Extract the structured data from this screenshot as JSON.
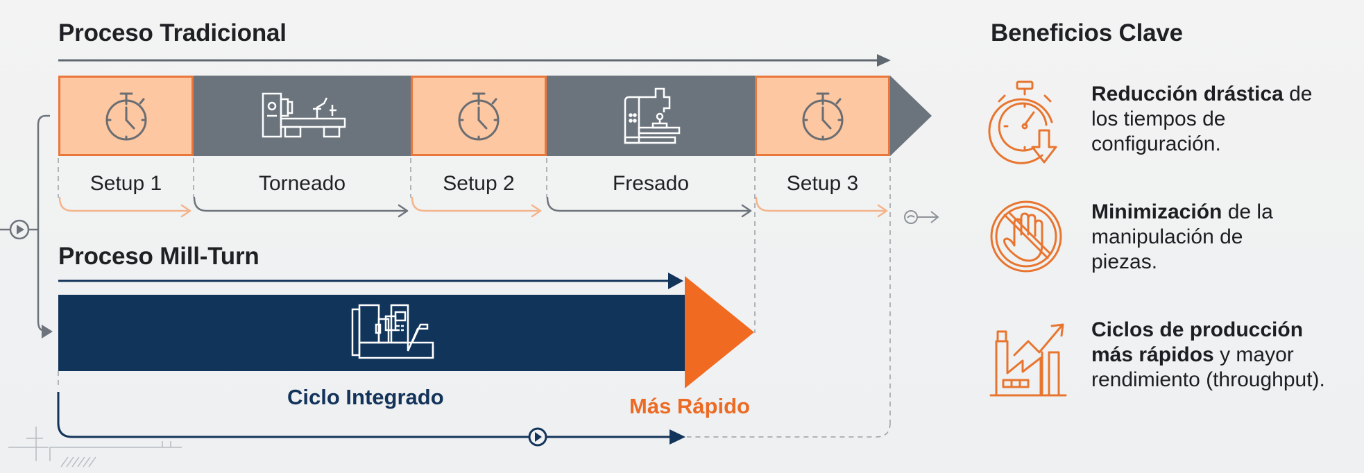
{
  "traditional": {
    "title": "Proceso Tradicional",
    "steps": [
      {
        "label": "Setup 1",
        "kind": "setup",
        "icon": "stopwatch-icon"
      },
      {
        "label": "Torneado",
        "kind": "operation",
        "icon": "lathe-icon"
      },
      {
        "label": "Setup 2",
        "kind": "setup",
        "icon": "stopwatch-icon"
      },
      {
        "label": "Fresado",
        "kind": "operation",
        "icon": "milling-machine-icon"
      },
      {
        "label": "Setup 3",
        "kind": "setup",
        "icon": "stopwatch-icon"
      }
    ]
  },
  "millturn": {
    "title": "Proceso Mill-Turn",
    "bar_label": "Ciclo Integrado",
    "arrow_label": "Más Rápido",
    "icon": "mill-turn-machine-icon"
  },
  "benefits": {
    "title": "Beneficios Clave",
    "items": [
      {
        "icon": "stopwatch-down-arrow-icon",
        "bold": "Reducción drástica",
        "text": " de los tiempos de configuración."
      },
      {
        "icon": "no-hand-icon",
        "bold": "Minimización",
        "text": " de la manipulación de piezas."
      },
      {
        "icon": "factory-growth-icon",
        "bold": "Ciclos de producción más rápidos",
        "text": " y mayor rendimiento (throughput)."
      }
    ]
  },
  "colors": {
    "setup_fill": "#fcc7a1",
    "setup_border": "#e9763b",
    "operation_fill": "#6b747d",
    "millturn_fill": "#11345a",
    "accent_orange": "#f06a22",
    "benefit_icon": "#e8752f"
  }
}
